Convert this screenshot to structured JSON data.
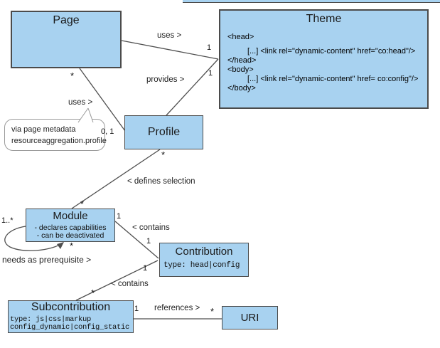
{
  "nodes": {
    "page": {
      "title": "Page"
    },
    "theme": {
      "title": "Theme",
      "code_lines": [
        "<head>",
        "[...] <link rel=\"dynamic-content\" href=\"co:head\"/>",
        "</head>",
        "<body>",
        "[...] <link rel=\"dynamic-content\" href= co:config\"/>",
        "</body>"
      ]
    },
    "profile": {
      "title": "Profile"
    },
    "module": {
      "title": "Module",
      "attributes": [
        "- declares capabilities",
        "- can be deactivated"
      ]
    },
    "contribution": {
      "title": "Contribution",
      "type_line": "type: head|config"
    },
    "subcontribution": {
      "title": "Subcontribution",
      "type_lines": [
        "type: js|css|markup",
        "config_dynamic|config_static"
      ]
    },
    "uri": {
      "title": "URI"
    }
  },
  "note": {
    "lines": [
      "via page metadata",
      "resourceaggregation.profile"
    ]
  },
  "labels": {
    "uses_theme": "uses >",
    "provides": "provides >",
    "uses_profile": "uses >",
    "defines_selection": "< defines selection",
    "contains_contribution": "< contains",
    "contains_subcontribution": "< contains",
    "references": "references >",
    "needs_prerequisite": "needs as prerequisite >"
  },
  "multiplicities": {
    "uses_theme_end": "1",
    "provides_theme_end": "1",
    "uses_page_end": "*",
    "uses_profile_end": "0, 1",
    "defines_profile_end": "*",
    "defines_module_end": "*",
    "contains_module_end": "1",
    "contains_contribution_end": "1",
    "contains2_contribution_end": "1",
    "contains2_subcontribution_end": "*",
    "references_subcontribution_end": "1",
    "references_uri_end": "*",
    "loop_source": "1..*",
    "loop_target": "*"
  },
  "colors": {
    "node_fill": "#a8d2f0",
    "node_border": "#4b4b4b",
    "line": "#4f4f4f"
  }
}
